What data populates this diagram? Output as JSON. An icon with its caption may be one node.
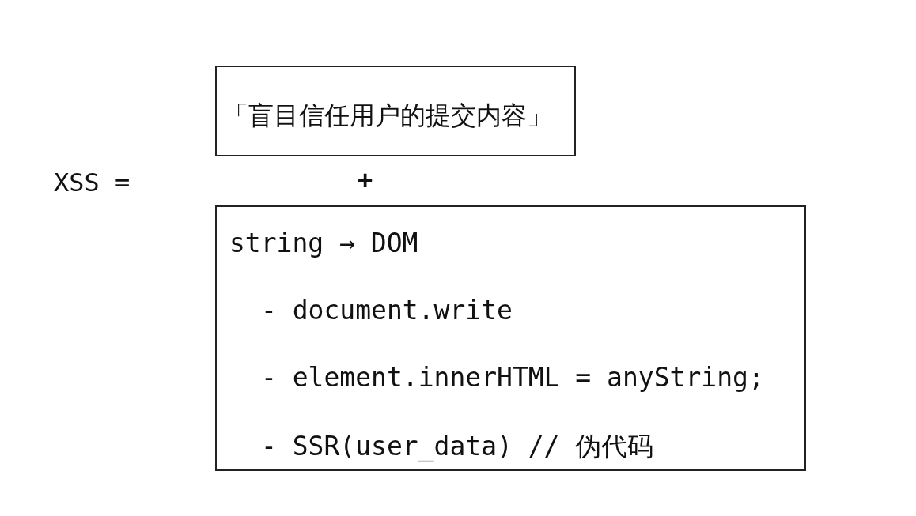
{
  "diagram": {
    "nodes": [
      {
        "text": [
          "「盲目信任用户的提交内容」"
        ]
      },
      {
        "text": [
          "string → DOM",
          "- document.write",
          "- element.innerHTML = anyString;",
          "- SSR(user_data) // 伪代码"
        ]
      }
    ],
    "edges": [],
    "labels": [
      "XSS =",
      "+"
    ]
  }
}
